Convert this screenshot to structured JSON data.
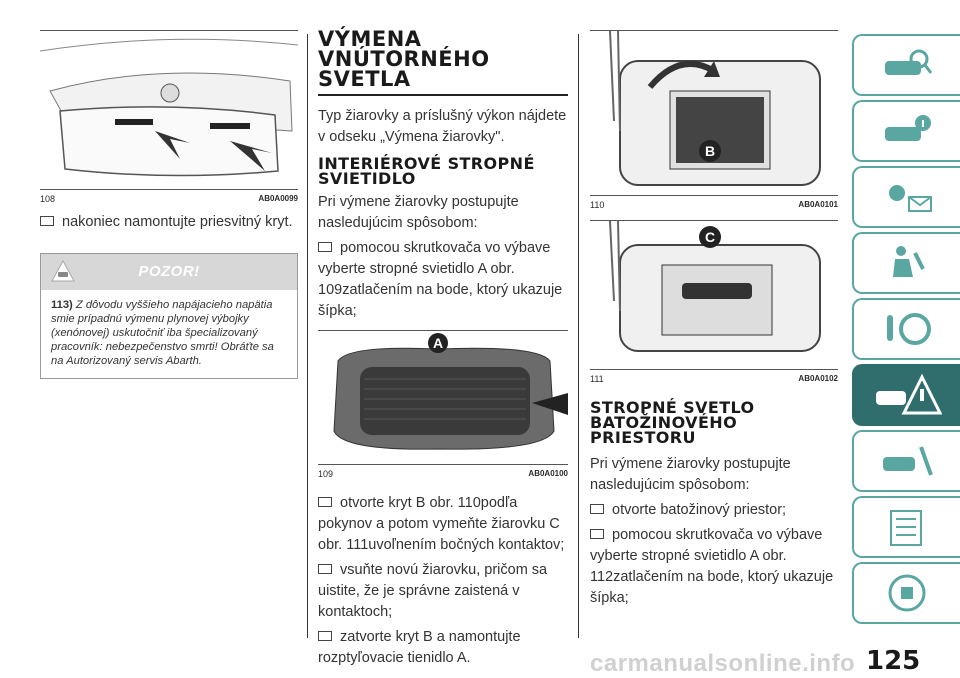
{
  "page_number": "125",
  "watermark": "carmanualsonline.info",
  "column1": {
    "figure": {
      "number": "108",
      "code": "AB0A0099"
    },
    "bullet": "nakoniec namontujte priesvitný kryt.",
    "warning": {
      "title": "POZOR!",
      "ref": "113)",
      "text": "Z dôvodu vyššieho napájacieho napätia smie prípadnú výmenu plynovej výbojky (xenónovej) uskutočniť iba špecializovaný pracovník: nebezpečenstvo smrti! Obráťte sa na Autorizovaný servis Abarth."
    }
  },
  "column2": {
    "title_line1": "VÝMENA",
    "title_line2": "VNÚTORNÉHO",
    "title_line3": "SVETLA",
    "intro": "Typ žiarovky a príslušný výkon nájdete v odseku „Výmena žiarovky\".",
    "subtitle_line1": "INTERIÉROVÉ STROPNÉ",
    "subtitle_line2": "SVIETIDLO",
    "lead": "Pri výmene žiarovky postupujte nasledujúcim spôsobom:",
    "bullets": [
      "pomocou skrutkovača vo výbave vyberte stropné svietidlo A obr. 109zatlačením na bode, ktorý ukazuje šípka;",
      "otvorte kryt B obr. 110podľa pokynov a potom vymeňte žiarovku C obr. 111uvoľnením bočných kontaktov;",
      "vsuňte novú žiarovku, pričom sa uistite, že je správne zaistená v kontaktoch;",
      "zatvorte kryt B a namontujte rozptyľovacie tienidlo A."
    ],
    "figure": {
      "number": "109",
      "code": "AB0A0100",
      "label": "A"
    }
  },
  "column3": {
    "figure_top": {
      "number": "110",
      "code": "AB0A0101",
      "label": "B"
    },
    "figure_mid": {
      "number": "111",
      "code": "AB0A0102",
      "label": "C"
    },
    "title_line1": "STROPNÉ SVETLO",
    "title_line2": "BATOŽINOVÉHO",
    "title_line3": "PRIESTORU",
    "lead": "Pri výmene žiarovky postupujte nasledujúcim spôsobom:",
    "bullets": [
      "otvorte batožinový priestor;",
      "pomocou skrutkovača vo výbave vyberte stropné svietidlo A obr. 112zatlačením na bode, ktorý ukazuje šípka;"
    ]
  },
  "side_tabs": [
    {
      "icon": "car-search-icon"
    },
    {
      "icon": "car-info-icon"
    },
    {
      "icon": "dashboard-lights-icon"
    },
    {
      "icon": "airbag-seat-icon"
    },
    {
      "icon": "steering-wheel-key-icon"
    },
    {
      "icon": "car-warning-icon",
      "active": true
    },
    {
      "icon": "car-tools-icon"
    },
    {
      "icon": "specs-list-icon"
    },
    {
      "icon": "alphabet-index-icon"
    }
  ],
  "colors": {
    "tab_teal": "#5aa7a2",
    "tab_active": "#2f6e6c",
    "warning_header": "#d7d7d7"
  }
}
